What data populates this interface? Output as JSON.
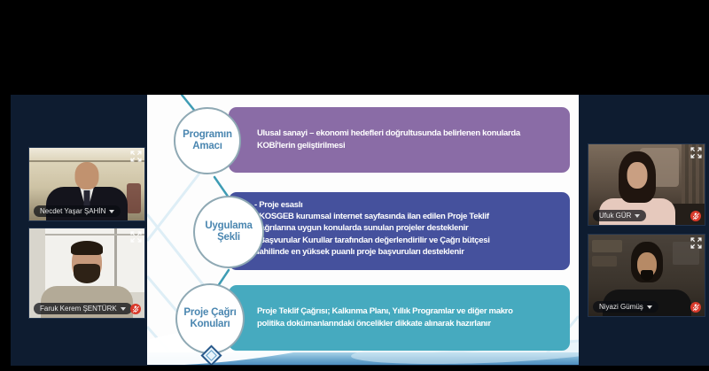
{
  "app": {
    "background_color": "#000000",
    "panel_color": "#0e1c30"
  },
  "participants": [
    {
      "name": "Necdet Yaşar ŞAHİN",
      "muted": false
    },
    {
      "name": "Faruk Kerem ŞENTÜRK",
      "muted": true
    },
    {
      "name": "Ufuk GÜR",
      "muted": true
    },
    {
      "name": "Niyazi Gümüş",
      "muted": true
    }
  ],
  "slide": {
    "rows": [
      {
        "label": "Programın\nAmacı",
        "bar_color": "#8a6ca6",
        "text": "Ulusal sanayi – ekonomi hedefleri doğrultusunda belirlenen konularda\nKOBİ'lerin geliştirilmesi"
      },
      {
        "label": "Uygulama\nŞekli",
        "bar_color": "#45519d",
        "text": "- Proje esaslı\n- KOSGEB kurumsal internet sayfasında ilan edilen Proje Teklif\nÇağrılarına uygun konularda sunulan projeler desteklenir\n- Başvurular Kurullar tarafından değerlendirilir ve Çağrı bütçesi\ndahilinde en yüksek puanlı proje başvuruları desteklenir"
      },
      {
        "label": "Proje Çağrı\nKonuları",
        "bar_color": "#46aabf",
        "text": "Proje Teklif Çağrısı; Kalkınma Planı, Yıllık Programlar ve diğer makro\npolitika dokümanlarındaki öncelikler dikkate alınarak hazırlanır"
      }
    ],
    "accents": {
      "circle_text_color": "#4a86b0",
      "connector_color": "#3e9cb4",
      "status_mute_color": "#d93a2b"
    }
  }
}
